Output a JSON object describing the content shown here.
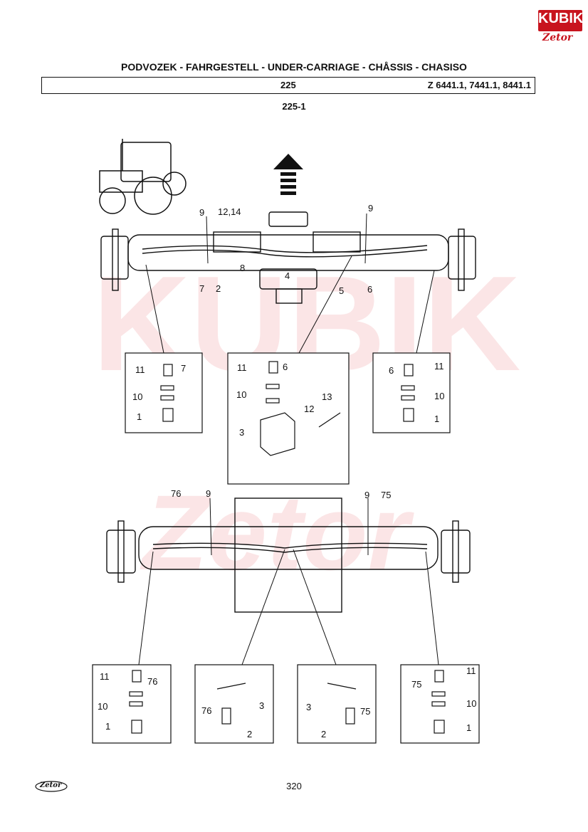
{
  "logo": {
    "brand": "KUBIK",
    "sub": "Zetor"
  },
  "header": {
    "title": "PODVOZEK - FAHRGESTELL - UNDER-CARRIAGE - CHÅSSIS - CHASISO",
    "section": "225",
    "models": "Z 6441.1, 7441.1, 8441.1",
    "figure": "225-1"
  },
  "footer": {
    "logo": "Zetor",
    "page": "320"
  },
  "watermark": {
    "text": "KUBIK",
    "sub": "Zetor"
  },
  "labels": {
    "top": [
      "9",
      "12,14",
      "9",
      "8",
      "4",
      "7",
      "2",
      "5",
      "6"
    ],
    "box1": [
      "11",
      "7",
      "10",
      "1"
    ],
    "box2": [
      "11",
      "6",
      "10",
      "13",
      "12",
      "3"
    ],
    "box3": [
      "6",
      "11",
      "10",
      "1"
    ],
    "mid": [
      "76",
      "9",
      "9",
      "75"
    ],
    "box4": [
      "11",
      "76",
      "10",
      "1"
    ],
    "box5": [
      "3",
      "76",
      "2"
    ],
    "box6": [
      "3",
      "75",
      "2"
    ],
    "box7": [
      "11",
      "75",
      "10",
      "1"
    ]
  },
  "colors": {
    "brand_red": "#c8141e",
    "watermark": "#fbe3e4"
  }
}
